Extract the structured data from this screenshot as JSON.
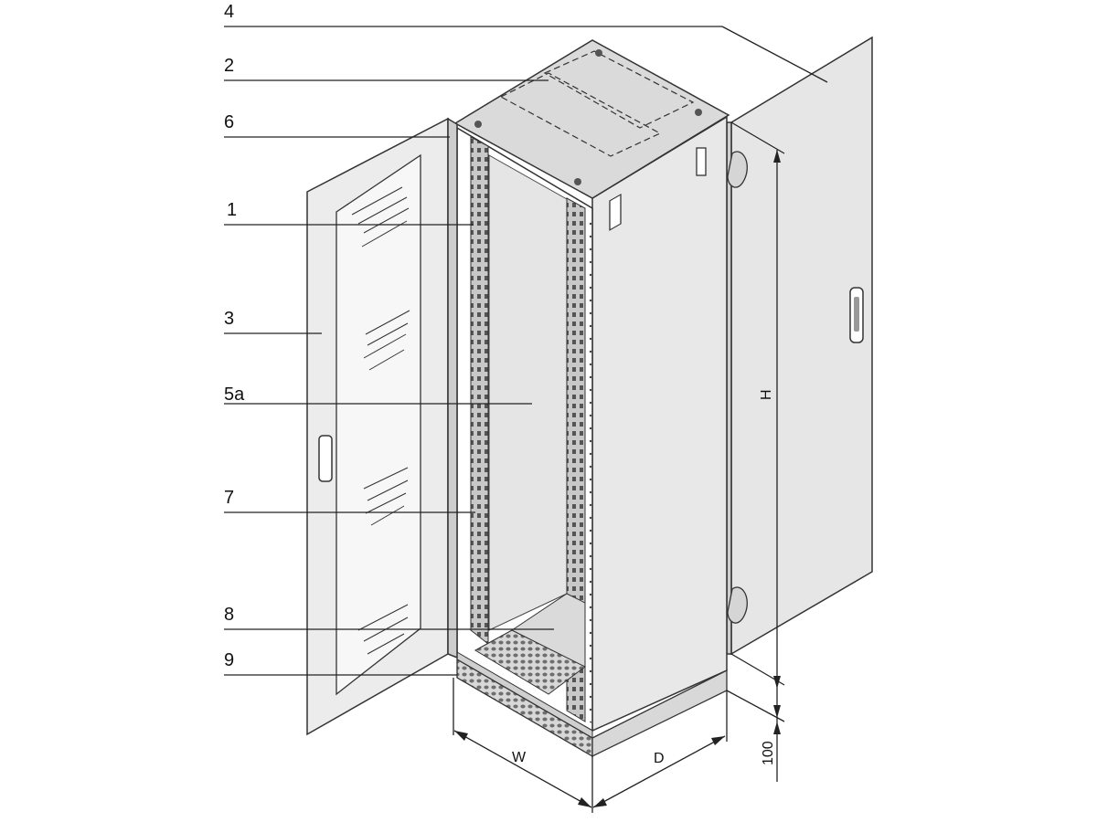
{
  "callouts": [
    "4",
    "2",
    "6",
    "1",
    "3",
    "5a",
    "7",
    "8",
    "9"
  ],
  "dimensions": {
    "width": "W",
    "depth": "D",
    "height": "H",
    "plinth": "100"
  },
  "colors": {
    "line": "#222222",
    "panel_light": "#ededed",
    "panel_mid": "#e2e2e2",
    "panel_dark": "#cfcfcf",
    "glass": "#f6f6f6"
  }
}
